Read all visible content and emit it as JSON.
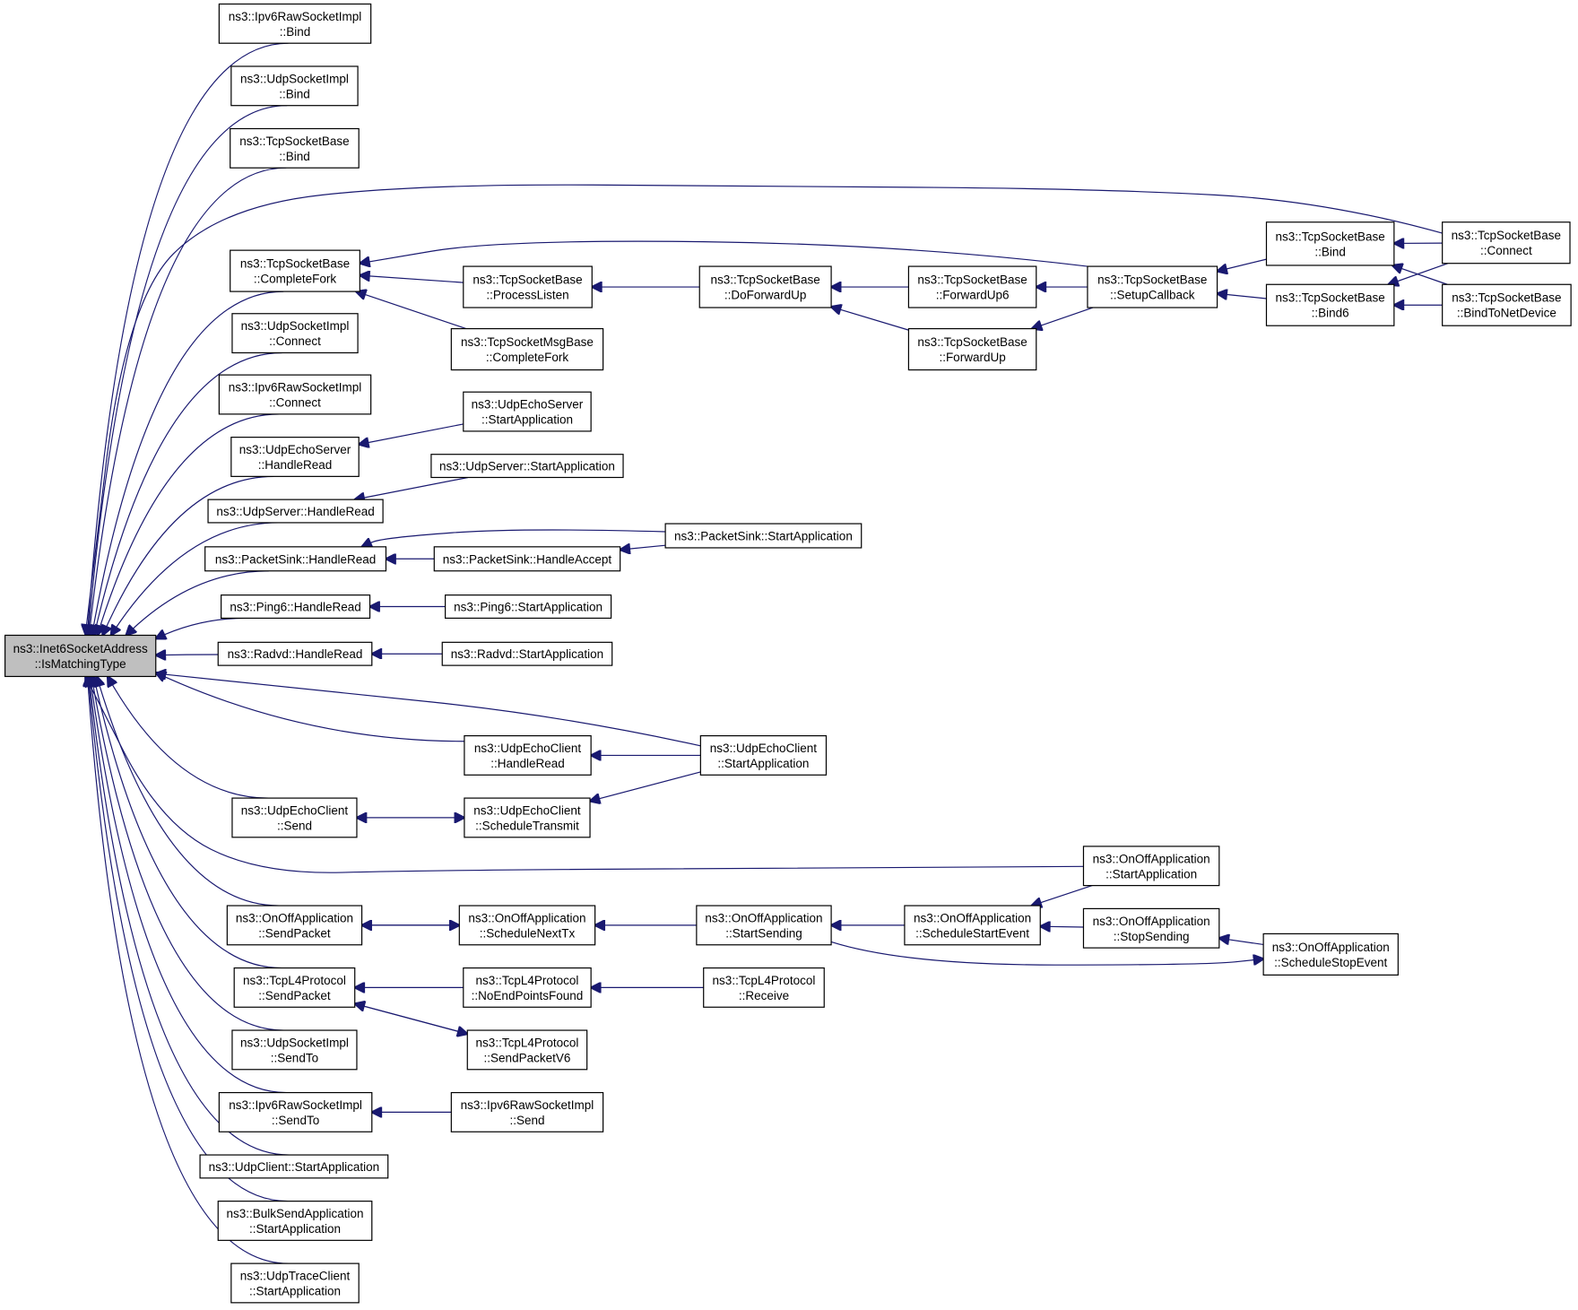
{
  "diagram": {
    "type": "caller-graph",
    "edge_color": "#191970",
    "root_fill": "#bfbfbf",
    "nodes": [
      {
        "id": "root",
        "lines": [
          "ns3::Inet6SocketAddress",
          "::IsMatchingType"
        ],
        "root": true
      },
      {
        "id": "n1",
        "lines": [
          "ns3::Ipv6RawSocketImpl",
          "::Bind"
        ]
      },
      {
        "id": "n2",
        "lines": [
          "ns3::UdpSocketImpl",
          "::Bind"
        ]
      },
      {
        "id": "n3",
        "lines": [
          "ns3::TcpSocketBase",
          "::Bind"
        ]
      },
      {
        "id": "n4",
        "lines": [
          "ns3::TcpSocketBase",
          "::CompleteFork"
        ]
      },
      {
        "id": "n5",
        "lines": [
          "ns3::UdpSocketImpl",
          "::Connect"
        ]
      },
      {
        "id": "n6",
        "lines": [
          "ns3::Ipv6RawSocketImpl",
          "::Connect"
        ]
      },
      {
        "id": "n7",
        "lines": [
          "ns3::UdpEchoServer",
          "::HandleRead"
        ]
      },
      {
        "id": "n8",
        "lines": [
          "ns3::UdpServer::HandleRead"
        ]
      },
      {
        "id": "n9",
        "lines": [
          "ns3::PacketSink::HandleRead"
        ]
      },
      {
        "id": "n10",
        "lines": [
          "ns3::Ping6::HandleRead"
        ]
      },
      {
        "id": "n11",
        "lines": [
          "ns3::Radvd::HandleRead"
        ]
      },
      {
        "id": "n12",
        "lines": [
          "ns3::UdpEchoClient",
          "::HandleRead"
        ]
      },
      {
        "id": "n13",
        "lines": [
          "ns3::UdpEchoClient",
          "::Send"
        ]
      },
      {
        "id": "n14",
        "lines": [
          "ns3::OnOffApplication",
          "::SendPacket"
        ]
      },
      {
        "id": "n15",
        "lines": [
          "ns3::TcpL4Protocol",
          "::SendPacket"
        ]
      },
      {
        "id": "n16",
        "lines": [
          "ns3::UdpSocketImpl",
          "::SendTo"
        ]
      },
      {
        "id": "n17",
        "lines": [
          "ns3::Ipv6RawSocketImpl",
          "::SendTo"
        ]
      },
      {
        "id": "n18",
        "lines": [
          "ns3::UdpClient::StartApplication"
        ]
      },
      {
        "id": "n19",
        "lines": [
          "ns3::BulkSendApplication",
          "::StartApplication"
        ]
      },
      {
        "id": "n20",
        "lines": [
          "ns3::UdpTraceClient",
          "::StartApplication"
        ]
      },
      {
        "id": "n21",
        "lines": [
          "ns3::TcpSocketBase",
          "::ProcessListen"
        ]
      },
      {
        "id": "n22",
        "lines": [
          "ns3::TcpSocketMsgBase",
          "::CompleteFork"
        ]
      },
      {
        "id": "n23",
        "lines": [
          "ns3::UdpEchoServer",
          "::StartApplication"
        ]
      },
      {
        "id": "n24",
        "lines": [
          "ns3::UdpServer::StartApplication"
        ]
      },
      {
        "id": "n25",
        "lines": [
          "ns3::PacketSink::HandleAccept"
        ]
      },
      {
        "id": "n26",
        "lines": [
          "ns3::Ping6::StartApplication"
        ]
      },
      {
        "id": "n27",
        "lines": [
          "ns3::Radvd::StartApplication"
        ]
      },
      {
        "id": "n28",
        "lines": [
          "ns3::UdpEchoClient",
          "::ScheduleTransmit"
        ]
      },
      {
        "id": "n29",
        "lines": [
          "ns3::OnOffApplication",
          "::ScheduleNextTx"
        ]
      },
      {
        "id": "n30",
        "lines": [
          "ns3::TcpL4Protocol",
          "::NoEndPointsFound"
        ]
      },
      {
        "id": "n31",
        "lines": [
          "ns3::TcpL4Protocol",
          "::SendPacketV6"
        ]
      },
      {
        "id": "n32",
        "lines": [
          "ns3::Ipv6RawSocketImpl",
          "::Send"
        ]
      },
      {
        "id": "n33",
        "lines": [
          "ns3::PacketSink::StartApplication"
        ]
      },
      {
        "id": "n34",
        "lines": [
          "ns3::UdpEchoClient",
          "::StartApplication"
        ]
      },
      {
        "id": "n35",
        "lines": [
          "ns3::TcpSocketBase",
          "::DoForwardUp"
        ]
      },
      {
        "id": "n36",
        "lines": [
          "ns3::OnOffApplication",
          "::StartSending"
        ]
      },
      {
        "id": "n37",
        "lines": [
          "ns3::TcpL4Protocol",
          "::Receive"
        ]
      },
      {
        "id": "n38",
        "lines": [
          "ns3::TcpSocketBase",
          "::ForwardUp6"
        ]
      },
      {
        "id": "n39",
        "lines": [
          "ns3::TcpSocketBase",
          "::ForwardUp"
        ]
      },
      {
        "id": "n40",
        "lines": [
          "ns3::OnOffApplication",
          "::ScheduleStartEvent"
        ]
      },
      {
        "id": "n41",
        "lines": [
          "ns3::TcpSocketBase",
          "::SetupCallback"
        ]
      },
      {
        "id": "n42",
        "lines": [
          "ns3::OnOffApplication",
          "::StartApplication"
        ]
      },
      {
        "id": "n43",
        "lines": [
          "ns3::OnOffApplication",
          "::StopSending"
        ]
      },
      {
        "id": "n44",
        "lines": [
          "ns3::TcpSocketBase",
          "::Bind"
        ]
      },
      {
        "id": "n45",
        "lines": [
          "ns3::TcpSocketBase",
          "::Bind6"
        ]
      },
      {
        "id": "n46",
        "lines": [
          "ns3::OnOffApplication",
          "::ScheduleStopEvent"
        ]
      },
      {
        "id": "n47",
        "lines": [
          "ns3::TcpSocketBase",
          "::Connect"
        ]
      },
      {
        "id": "n48",
        "lines": [
          "ns3::TcpSocketBase",
          "::BindToNetDevice"
        ]
      }
    ],
    "edges": [
      {
        "from": "n1",
        "to": "root"
      },
      {
        "from": "n2",
        "to": "root"
      },
      {
        "from": "n3",
        "to": "root"
      },
      {
        "from": "n47",
        "to": "root"
      },
      {
        "from": "n4",
        "to": "root"
      },
      {
        "from": "n5",
        "to": "root"
      },
      {
        "from": "n6",
        "to": "root"
      },
      {
        "from": "n7",
        "to": "root"
      },
      {
        "from": "n8",
        "to": "root"
      },
      {
        "from": "n9",
        "to": "root"
      },
      {
        "from": "n10",
        "to": "root"
      },
      {
        "from": "n11",
        "to": "root"
      },
      {
        "from": "n34",
        "to": "root"
      },
      {
        "from": "n12",
        "to": "root"
      },
      {
        "from": "n13",
        "to": "root"
      },
      {
        "from": "n42",
        "to": "root"
      },
      {
        "from": "n14",
        "to": "root"
      },
      {
        "from": "n15",
        "to": "root"
      },
      {
        "from": "n16",
        "to": "root"
      },
      {
        "from": "n17",
        "to": "root"
      },
      {
        "from": "n18",
        "to": "root"
      },
      {
        "from": "n19",
        "to": "root"
      },
      {
        "from": "n20",
        "to": "root"
      },
      {
        "from": "n41",
        "to": "n4"
      },
      {
        "from": "n21",
        "to": "n4"
      },
      {
        "from": "n22",
        "to": "n4"
      },
      {
        "from": "n35",
        "to": "n21"
      },
      {
        "from": "n38",
        "to": "n35"
      },
      {
        "from": "n39",
        "to": "n35"
      },
      {
        "from": "n41",
        "to": "n38"
      },
      {
        "from": "n41",
        "to": "n39"
      },
      {
        "from": "n44",
        "to": "n41"
      },
      {
        "from": "n45",
        "to": "n41"
      },
      {
        "from": "n47",
        "to": "n44"
      },
      {
        "from": "n48",
        "to": "n44"
      },
      {
        "from": "n47",
        "to": "n45"
      },
      {
        "from": "n48",
        "to": "n45"
      },
      {
        "from": "n23",
        "to": "n7"
      },
      {
        "from": "n24",
        "to": "n8"
      },
      {
        "from": "n25",
        "to": "n9"
      },
      {
        "from": "n33",
        "to": "n9"
      },
      {
        "from": "n33",
        "to": "n25"
      },
      {
        "from": "n26",
        "to": "n10"
      },
      {
        "from": "n27",
        "to": "n11"
      },
      {
        "from": "n34",
        "to": "n12"
      },
      {
        "from": "n34",
        "to": "n28"
      },
      {
        "from": "n13",
        "to": "n28"
      },
      {
        "from": "n28",
        "to": "n13"
      },
      {
        "from": "n14",
        "to": "n29"
      },
      {
        "from": "n29",
        "to": "n14"
      },
      {
        "from": "n36",
        "to": "n29"
      },
      {
        "from": "n40",
        "to": "n36"
      },
      {
        "from": "n42",
        "to": "n40"
      },
      {
        "from": "n43",
        "to": "n40"
      },
      {
        "from": "n46",
        "to": "n43"
      },
      {
        "from": "n36",
        "to": "n46"
      },
      {
        "from": "n30",
        "to": "n15"
      },
      {
        "from": "n31",
        "to": "n15"
      },
      {
        "from": "n15",
        "to": "n31"
      },
      {
        "from": "n37",
        "to": "n30"
      },
      {
        "from": "n32",
        "to": "n17"
      }
    ]
  }
}
